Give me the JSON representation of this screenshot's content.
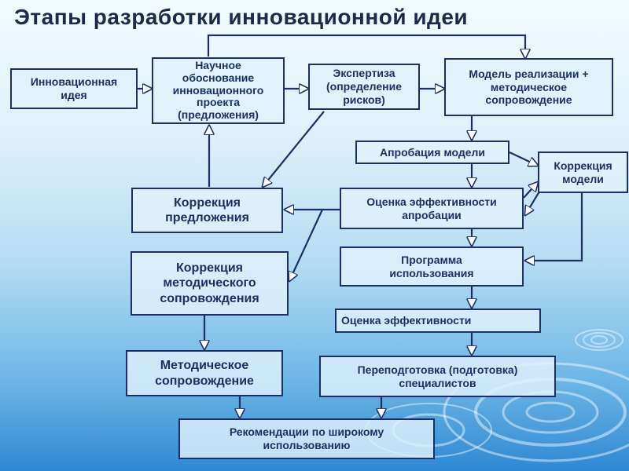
{
  "title": "Этапы разработки инновационной идеи",
  "boxes": {
    "idea": "Инновационная\nидея",
    "rationale": "Научное\nобоснование\nинновационного\nпроекта\n(предложения)",
    "expertise": "Экспертиза\n(определение\nрисков)",
    "model": "Модель реализации +\nметодическое\nсопровождение",
    "approbation": "Апробация модели",
    "model_correction": "Коррекция\nмодели",
    "proposal_correction": "Коррекция\nпредложения",
    "approbation_efficiency": "Оценка эффективности\nапробации",
    "method_correction": "Коррекция\nметодического\nсопровождения",
    "program": "Программа\nиспользования",
    "efficiency": "Оценка эффективности",
    "method_support": "Методическое\nсопровождение",
    "retraining": "Переподготовка (подготовка)\nспециалистов",
    "recommendations": "Рекомендации по широкому\nиспользованию"
  },
  "colors": {
    "box_border": "#1d2f66",
    "arrow": "#1d2f66",
    "title": "#1e2a4a"
  }
}
